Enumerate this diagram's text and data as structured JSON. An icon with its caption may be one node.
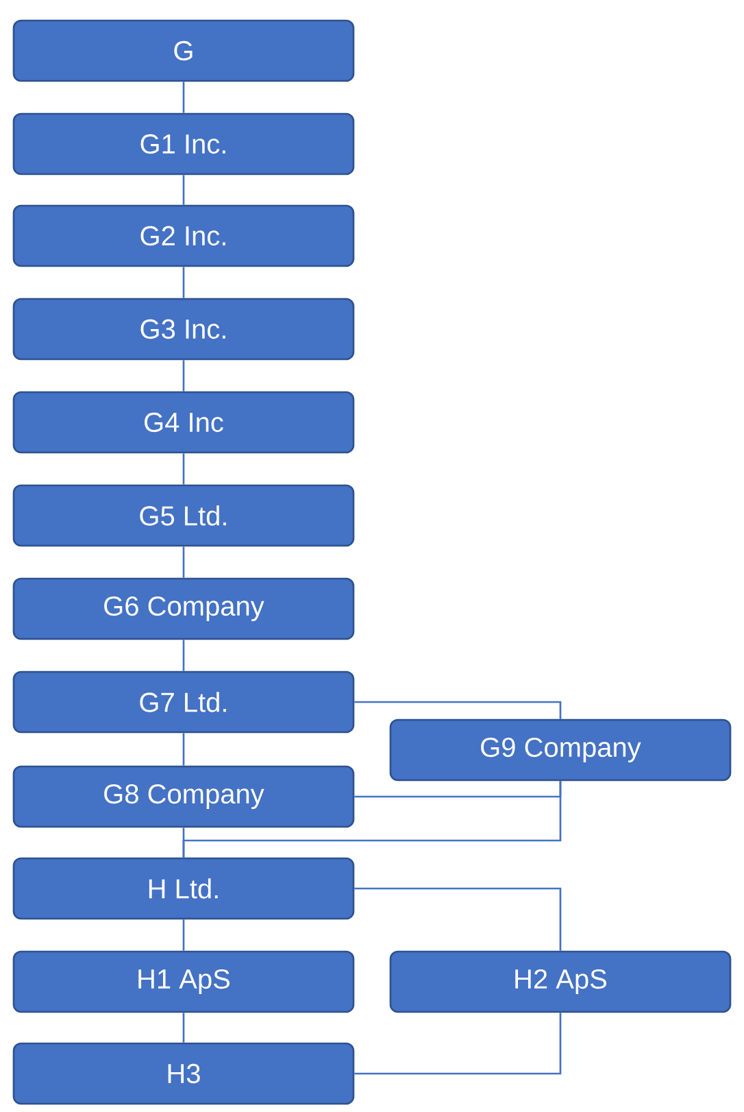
{
  "diagram": {
    "nodes": [
      {
        "text": [
          "G"
        ]
      },
      {
        "text": [
          "G1 Inc."
        ]
      },
      {
        "text": [
          "G2 Inc."
        ]
      },
      {
        "text": [
          "G3 Inc."
        ]
      },
      {
        "text": [
          "G4 Inc"
        ]
      },
      {
        "text": [
          "G5 Ltd."
        ]
      },
      {
        "text": [
          "G6 Company"
        ]
      },
      {
        "text": [
          "G7 Ltd."
        ]
      },
      {
        "text": [
          "G9 Company"
        ]
      },
      {
        "text": [
          "G8 Company"
        ]
      },
      {
        "text": [
          "H Ltd."
        ]
      },
      {
        "text": [
          "H1 ApS"
        ]
      },
      {
        "text": [
          "H2 ApS"
        ]
      },
      {
        "text": [
          "H3"
        ]
      }
    ],
    "edges": [
      {
        "from": 0,
        "to": 1,
        "arrow": "none"
      },
      {
        "from": 1,
        "to": 2,
        "arrow": "none"
      },
      {
        "from": 2,
        "to": 3,
        "arrow": "none"
      },
      {
        "from": 3,
        "to": 4,
        "arrow": "none"
      },
      {
        "from": 4,
        "to": 5,
        "arrow": "none"
      },
      {
        "from": 5,
        "to": 6,
        "arrow": "none"
      },
      {
        "from": 6,
        "to": 7,
        "arrow": "none"
      },
      {
        "from": 7,
        "to": 9,
        "arrow": "none"
      },
      {
        "from": 7,
        "to": 8,
        "arrow": "none"
      },
      {
        "from": 8,
        "to": 9,
        "arrow": "none"
      },
      {
        "from": 9,
        "to": 10,
        "arrow": "none"
      },
      {
        "from": 8,
        "to": 10,
        "arrow": "none"
      },
      {
        "from": 10,
        "to": 11,
        "arrow": "none"
      },
      {
        "from": 10,
        "to": 12,
        "arrow": "none"
      },
      {
        "from": 11,
        "to": 13,
        "arrow": "none"
      },
      {
        "from": 12,
        "to": 13,
        "arrow": "none"
      }
    ]
  }
}
